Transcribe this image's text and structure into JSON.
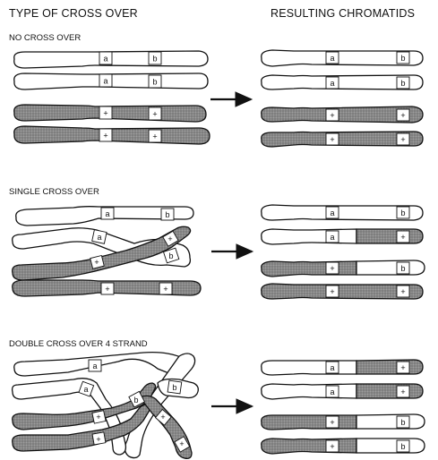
{
  "headers": {
    "left": "TYPE OF CROSS OVER",
    "right": "RESULTING CHROMATIDS"
  },
  "sections": [
    {
      "title": "NO CROSS OVER"
    },
    {
      "title": "SINGLE CROSS OVER"
    },
    {
      "title": "DOUBLE CROSS OVER 4 STRAND"
    }
  ],
  "labels": {
    "a": "a",
    "b": "b",
    "plus": "+"
  }
}
